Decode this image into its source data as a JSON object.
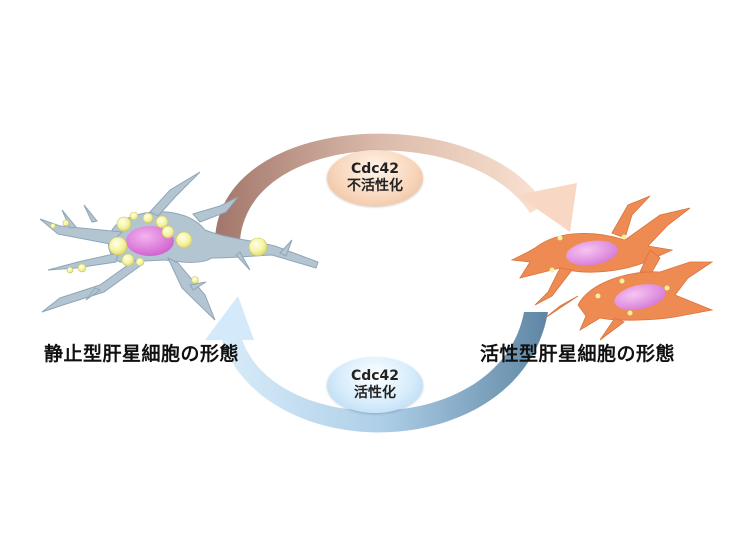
{
  "labels": {
    "quiescent": "静止型肝星細胞の形態",
    "activated": "活性型肝星細胞の形態"
  },
  "badges": {
    "top": {
      "line1": "Cdc42",
      "line2": "不活性化",
      "color": "#f3c7a8"
    },
    "bottom": {
      "line1": "Cdc42",
      "line2": "活性化",
      "color": "#bfdff5"
    }
  },
  "colors": {
    "quiescent_cell": "#b5c6d3",
    "activated_cell": "#ee8d55",
    "nucleus": "#d86fd4",
    "lipid_droplet": "#f4f29a",
    "top_arrow_start": "#a5776a",
    "top_arrow_end": "#f7d2bc",
    "bottom_arrow_start": "#cfe6f8",
    "bottom_arrow_end": "#5d87a8"
  }
}
